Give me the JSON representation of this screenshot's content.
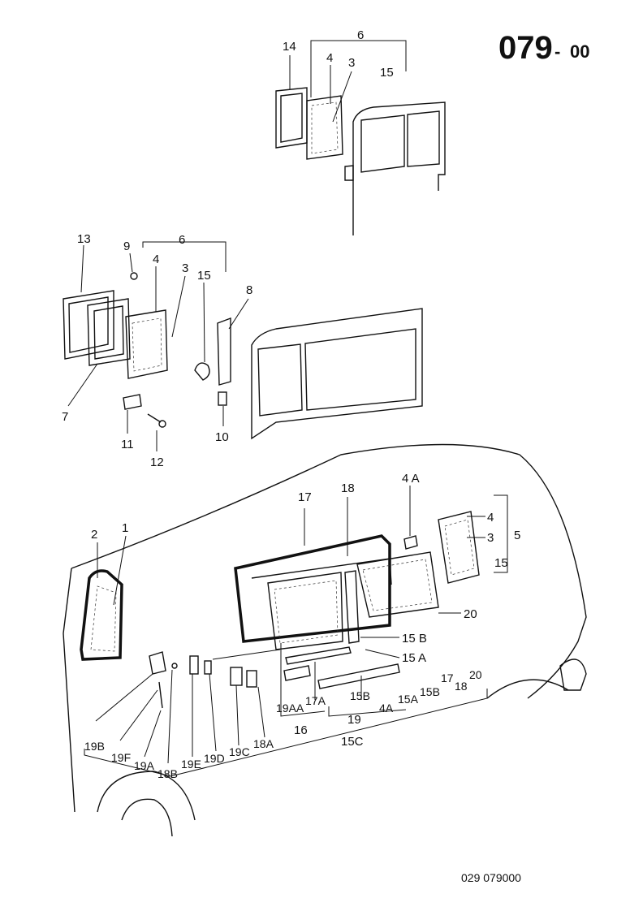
{
  "header": {
    "page_code": "079",
    "page_suffix": "00"
  },
  "footer": {
    "reference": "029  079000"
  },
  "callouts": {
    "top": {
      "c14": "14",
      "c6": "6",
      "c4": "4",
      "c3": "3",
      "c15": "15"
    },
    "mid": {
      "c13": "13",
      "c9": "9",
      "c6": "6",
      "c4": "4",
      "c3": "3",
      "c15": "15",
      "c8": "8",
      "c7": "7",
      "c11": "11",
      "c12": "12",
      "c10": "10"
    },
    "bottom": {
      "c2": "2",
      "c1": "1",
      "c17": "17",
      "c18": "18",
      "c4A": "4 A",
      "c4": "4",
      "c3": "3",
      "c5": "5",
      "c15": "15",
      "c20": "20",
      "c15B": "15 B",
      "c15A": "15 A",
      "list17": "17",
      "list18": "18",
      "list20": "20",
      "c19B": "19B",
      "c19F": "19F",
      "c19A": "19A",
      "c18B": "18B",
      "c19E": "19E",
      "c19D": "19D",
      "c19C": "19C",
      "c18A": "18A",
      "c19AA": "19AA",
      "c17A": "17A",
      "c15B2": "15B",
      "c4A2": "4A",
      "c15A2": "15A",
      "c15B3": "15B",
      "c16": "16",
      "c19": "19",
      "c15C": "15C"
    }
  }
}
